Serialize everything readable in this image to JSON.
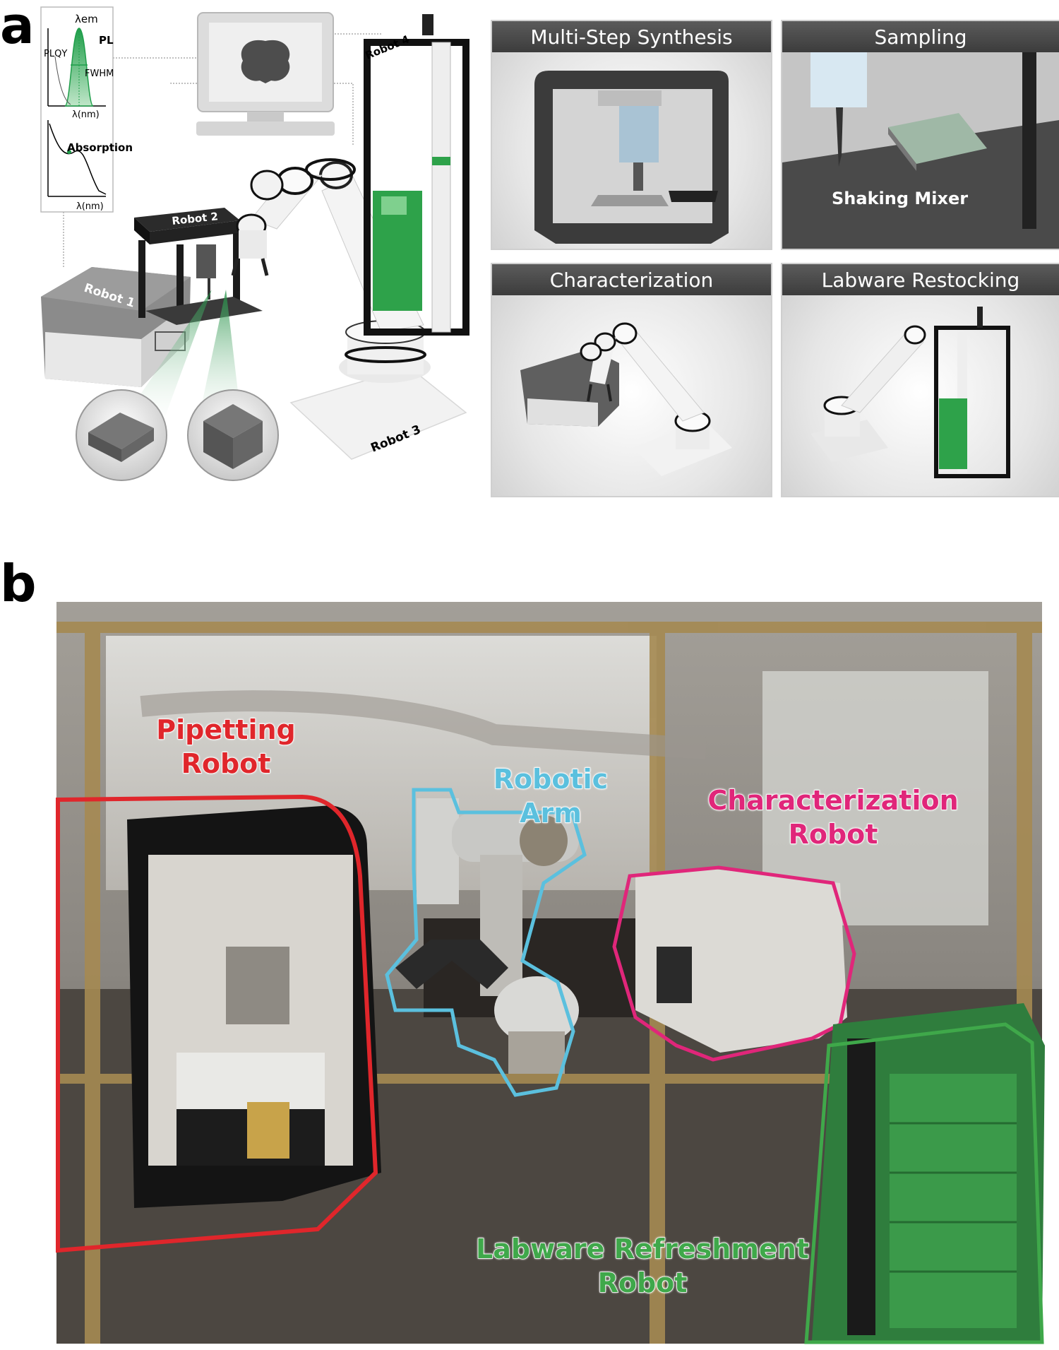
{
  "panel_a": {
    "letter": "a",
    "spectra": {
      "lambda_em": "λem",
      "pl": "PL",
      "plqy": "PLQY",
      "fwhm": "FWHM",
      "x_label_top": "λ(nm)",
      "absorption": "Absorption",
      "x_label_bottom": "λ(nm)"
    },
    "robot_labels": {
      "robot1": "Robot 1",
      "robot2": "Robot 2",
      "robot3": "Robot 3",
      "robot4": "Robot 4"
    },
    "cards": [
      {
        "title": "Multi-Step Synthesis"
      },
      {
        "title": "Sampling",
        "caption": "Shaking Mixer"
      },
      {
        "title": "Characterization"
      },
      {
        "title": "Labware Restocking"
      }
    ]
  },
  "panel_b": {
    "letter": "b",
    "labels": {
      "pipetting": "Pipetting\nRobot",
      "robotic_arm": "Robotic Arm",
      "characterization": "Characterization\nRobot",
      "labware": "Labware Refreshment\nRobot"
    },
    "colors": {
      "pipetting": "#e0262b",
      "robotic_arm": "#5bc0de",
      "characterization": "#e0267a",
      "labware": "#3fa84a"
    }
  }
}
